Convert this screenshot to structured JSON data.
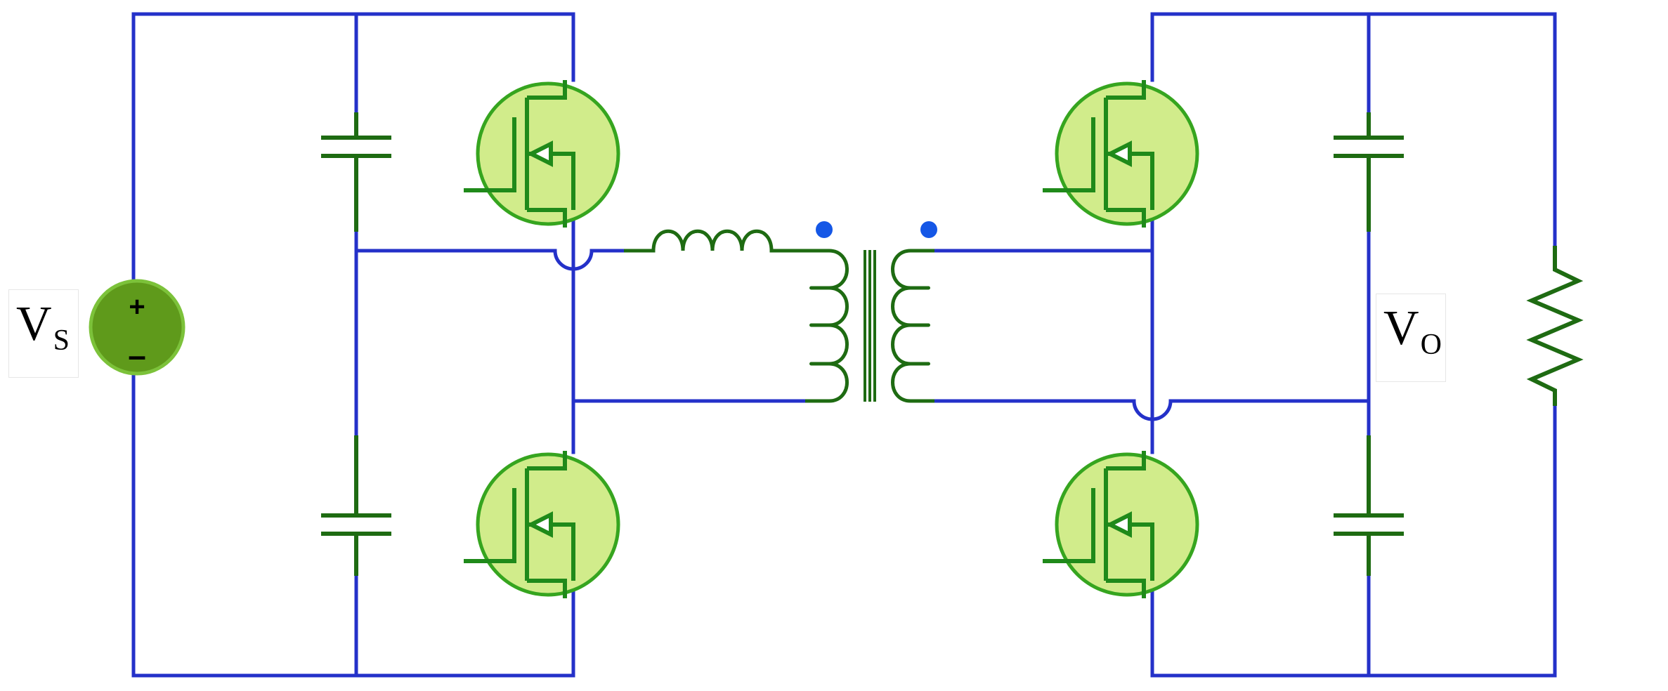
{
  "labels": {
    "source": {
      "main": "V",
      "sub": "S"
    },
    "output": {
      "main": "V",
      "sub": "O"
    },
    "plus": "+",
    "minus": "–"
  },
  "colors": {
    "wire": "#2431c9",
    "component": "#1e6b12",
    "mosfet_fill": "#d1ec8b",
    "mosfet_stroke": "#36a51f",
    "mosfet_inner": "#1f8a1a",
    "source_fill": "#5f9a1b",
    "source_stroke": "#7cc23a",
    "dot": "#1557e6"
  }
}
